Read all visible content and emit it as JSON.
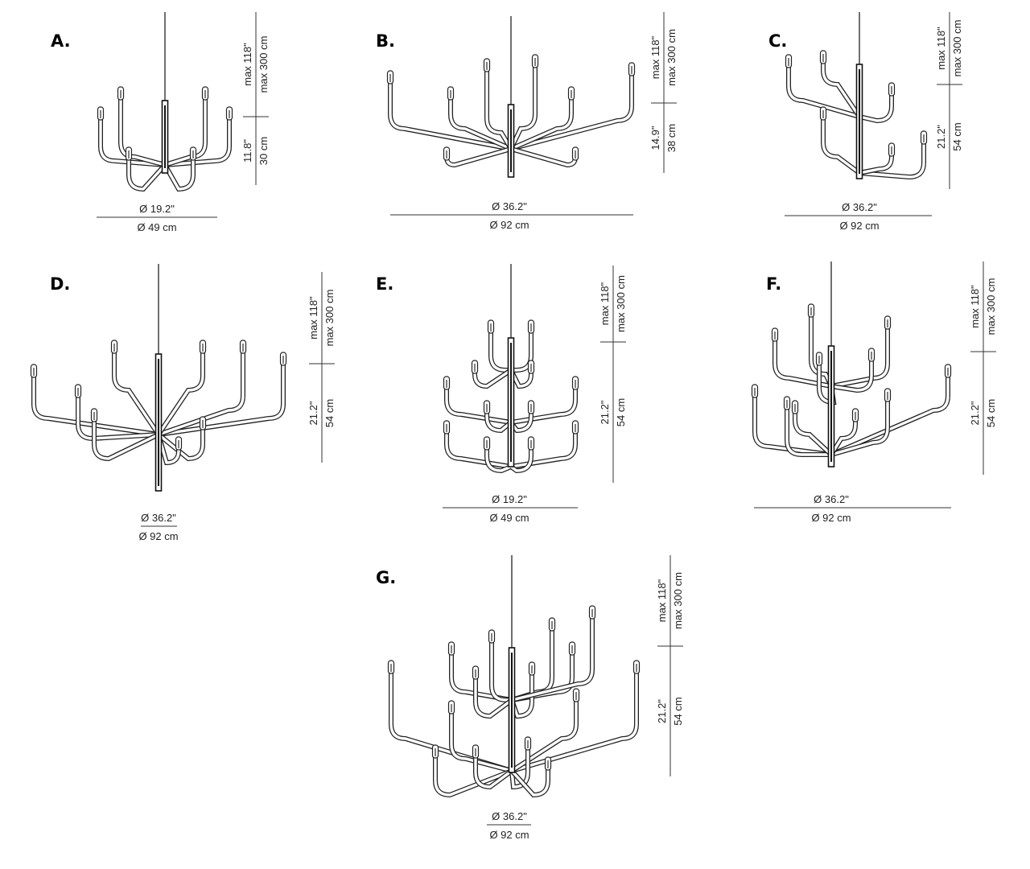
{
  "panels": [
    {
      "label": "A.",
      "max_in": "max 118\"",
      "max_cm": "max 300 cm",
      "height_in": "11.8\"",
      "height_cm": "30 cm",
      "diameter_in": "Ø 19.2\"",
      "diameter_cm": "Ø 49 cm",
      "tiers": 1
    },
    {
      "label": "B.",
      "max_in": "max 118\"",
      "max_cm": "max 300 cm",
      "height_in": "14.9\"",
      "height_cm": "38 cm",
      "diameter_in": "Ø 36.2\"",
      "diameter_cm": "Ø 92 cm",
      "tiers": 1
    },
    {
      "label": "C.",
      "max_in": "max 118\"",
      "max_cm": "max 300 cm",
      "height_in": "21.2\"",
      "height_cm": "54 cm",
      "diameter_in": "Ø 36.2\"",
      "diameter_cm": "Ø 92 cm",
      "tiers": 2
    },
    {
      "label": "D.",
      "max_in": "max 118\"",
      "max_cm": "max 300 cm",
      "height_in": "21.2\"",
      "height_cm": "54 cm",
      "diameter_in": "Ø 36.2\"",
      "diameter_cm": "Ø 92 cm",
      "tiers": 1
    },
    {
      "label": "E.",
      "max_in": "max 118\"",
      "max_cm": "max 300 cm",
      "height_in": "21.2\"",
      "height_cm": "54 cm",
      "diameter_in": "Ø 19.2\"",
      "diameter_cm": "Ø 49 cm",
      "tiers": 3
    },
    {
      "label": "F.",
      "max_in": "max 118\"",
      "max_cm": "max 300 cm",
      "height_in": "21.2\"",
      "height_cm": "54 cm",
      "diameter_in": "Ø 36.2\"",
      "diameter_cm": "Ø 92 cm",
      "tiers": 2
    },
    {
      "label": "G.",
      "max_in": "max 118\"",
      "max_cm": "max 300 cm",
      "height_in": "21.2\"",
      "height_cm": "54 cm",
      "diameter_in": "Ø 36.2\"",
      "diameter_cm": "Ø 92 cm",
      "tiers": 2
    }
  ]
}
